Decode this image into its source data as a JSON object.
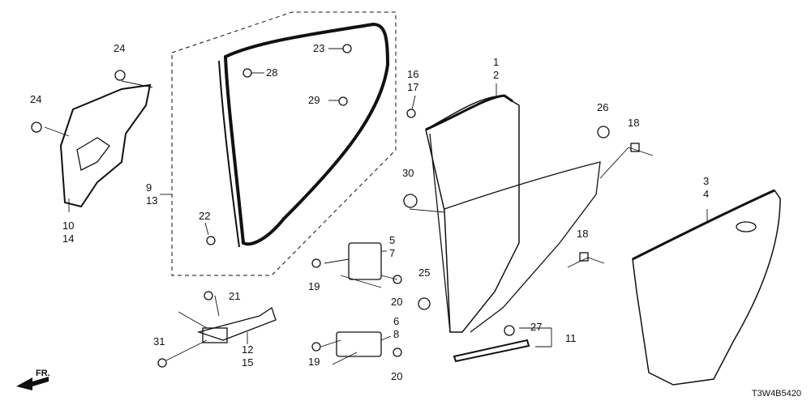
{
  "diagram": {
    "code": "T3W4B5420",
    "front_marker": "FR.",
    "labels": {
      "l24a": "24",
      "l24b": "24",
      "l10": "10",
      "l14": "14",
      "l9": "9",
      "l13": "13",
      "l22": "22",
      "l23": "23",
      "l28": "28",
      "l29": "29",
      "l16": "16",
      "l17": "17",
      "l1": "1",
      "l2": "2",
      "l30": "30",
      "l26": "26",
      "l18a": "18",
      "l3": "3",
      "l4": "4",
      "l18b": "18",
      "l5": "5",
      "l7": "7",
      "l19a": "19",
      "l20a": "20",
      "l25": "25",
      "l21": "21",
      "l31": "31",
      "l12": "12",
      "l15": "15",
      "l6": "6",
      "l8": "8",
      "l19b": "19",
      "l20b": "20",
      "l27": "27",
      "l11": "11"
    }
  }
}
